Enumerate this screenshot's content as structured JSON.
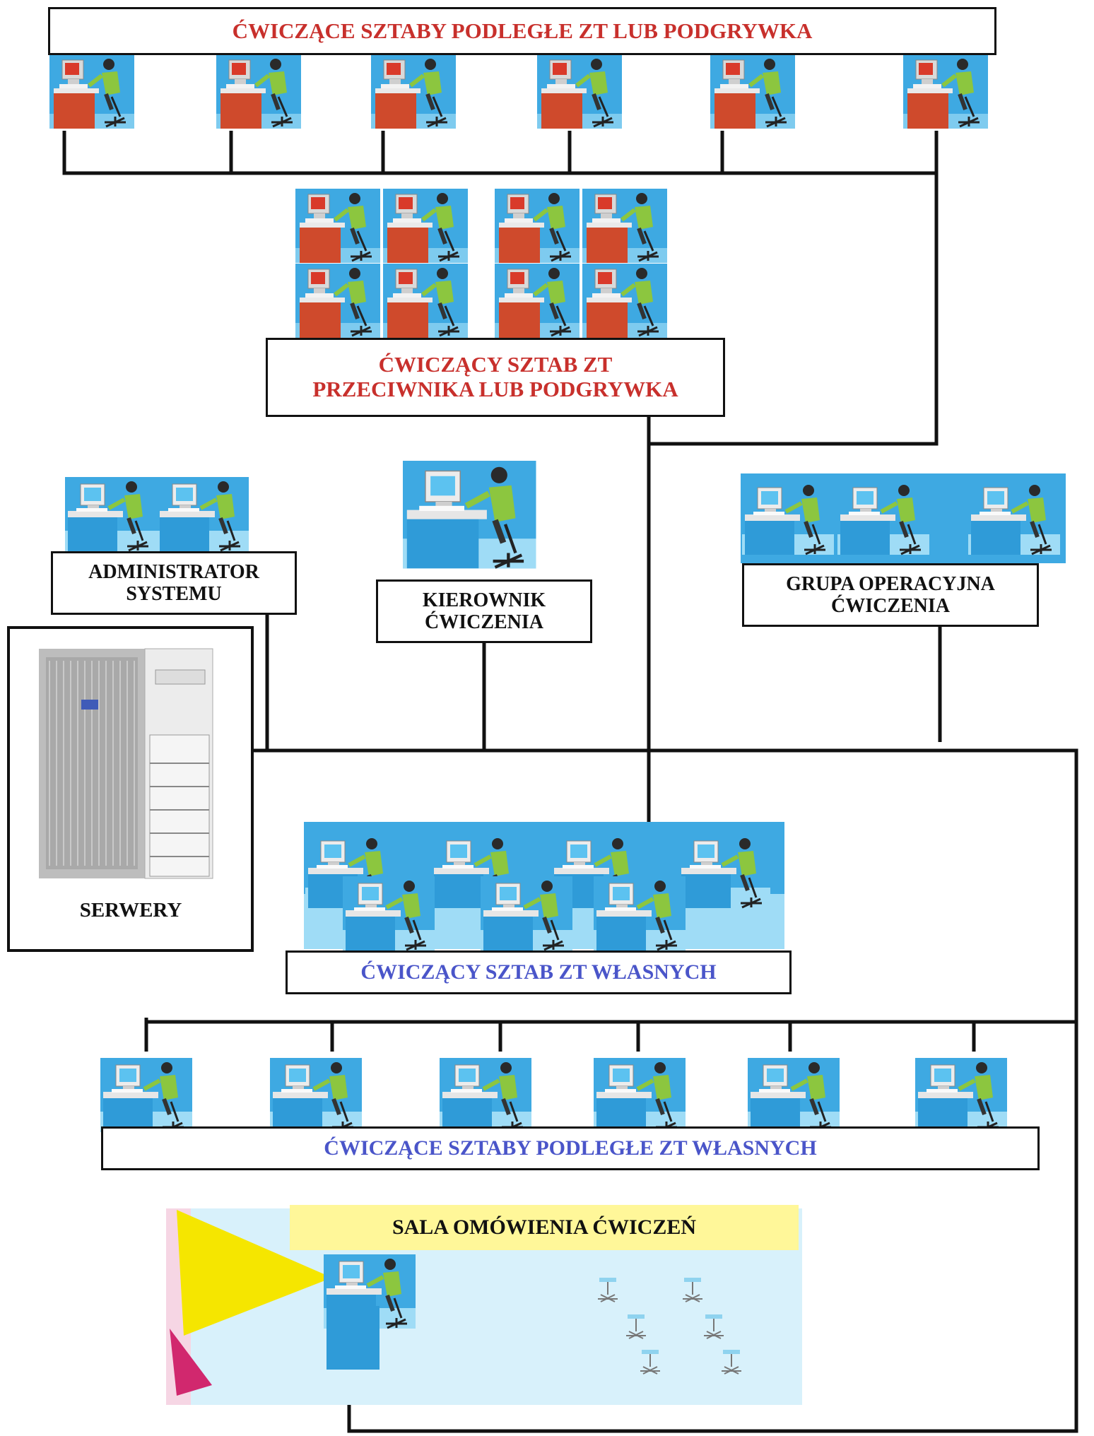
{
  "labels": {
    "top_subordinate": "ĆWICZĄCE SZTABY PODLEGŁE ZT LUB PODGRYWKA",
    "enemy_hq_line1": "ĆWICZĄCY SZTAB ZT",
    "enemy_hq_line2": "PRZECIWNIKA LUB PODGRYWKA",
    "admin_line1": "ADMINISTRATOR",
    "admin_line2": "SYSTEMU",
    "director_line1": "KIEROWNIK",
    "director_line2": "ĆWICZENIA",
    "ops_group_line1": "GRUPA OPERACYJNA",
    "ops_group_line2": "ĆWICZENIA",
    "servers": "SERWERY",
    "own_hq": "ĆWICZĄCY SZTAB ZT WŁASNYCH",
    "bottom_subordinate": "ĆWICZĄCE SZTABY PODLEGŁE ZT WŁASNYCH",
    "debrief_room": "SALA OMÓWIENIA ĆWICZEŃ"
  },
  "colors": {
    "red_text": "#c8302c",
    "blue_text": "#4a55c9",
    "red_desk": "#cf4a2c",
    "blue_desk": "#3aa8e0",
    "sky_blue_bg": "#3ea9e2",
    "person_shirt": "#8cc63f",
    "line": "#111111",
    "yellow_banner": "#fff799"
  },
  "icons": [
    "workstation-icon",
    "server-rack-icon",
    "projector-icon",
    "chair-icon"
  ]
}
